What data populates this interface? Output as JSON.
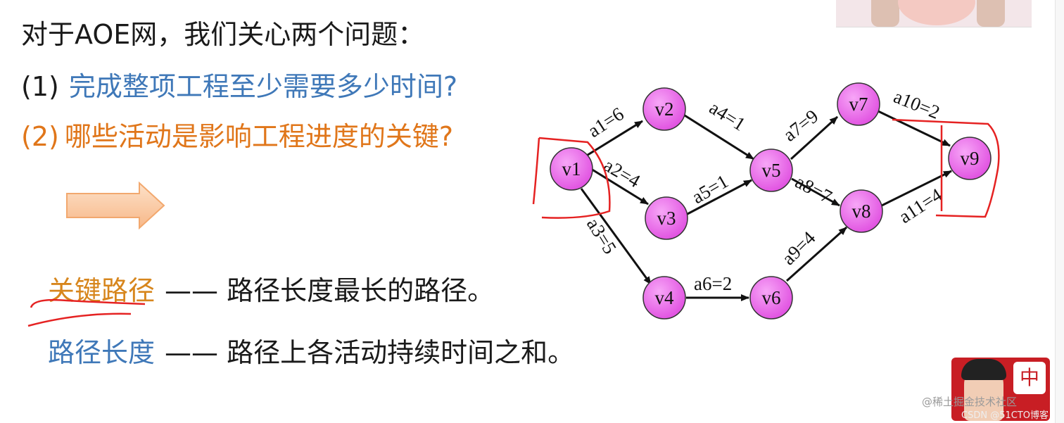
{
  "heading": {
    "title": "对于AOE网，我们关心两个问题：",
    "q1_num": "(1)",
    "q1_text": "完成整项工程至少需要多少时间?",
    "q2_num": "(2)",
    "q2_text": "哪些活动是影响工程进度的关键?"
  },
  "definitions": [
    {
      "term": "关键路径",
      "dash": "——",
      "desc": "路径长度最长的路径。"
    },
    {
      "term": "路径长度",
      "dash": "——",
      "desc": "路径上各活动持续时间之和。"
    }
  ],
  "graph": {
    "nodes": [
      "v1",
      "v2",
      "v3",
      "v4",
      "v5",
      "v6",
      "v7",
      "v8",
      "v9"
    ],
    "edges": [
      {
        "label": "a1=6"
      },
      {
        "label": "a2=4"
      },
      {
        "label": "a3=5"
      },
      {
        "label": "a4=1"
      },
      {
        "label": "a5=1"
      },
      {
        "label": "a6=2"
      },
      {
        "label": "a7=9"
      },
      {
        "label": "a8=7"
      },
      {
        "label": "a9=4"
      },
      {
        "label": "a10=2"
      },
      {
        "label": "a11=4"
      }
    ]
  },
  "overlay": {
    "avatar_badge": "中",
    "watermark": "@稀土掘金技术社区",
    "watermark2": "CSDN @51CTO博客"
  },
  "colors": {
    "node_fill": "#e85ce8",
    "blue_text": "#3f78b8",
    "orange_text": "#e0761a",
    "annotation_red": "#e52222"
  }
}
